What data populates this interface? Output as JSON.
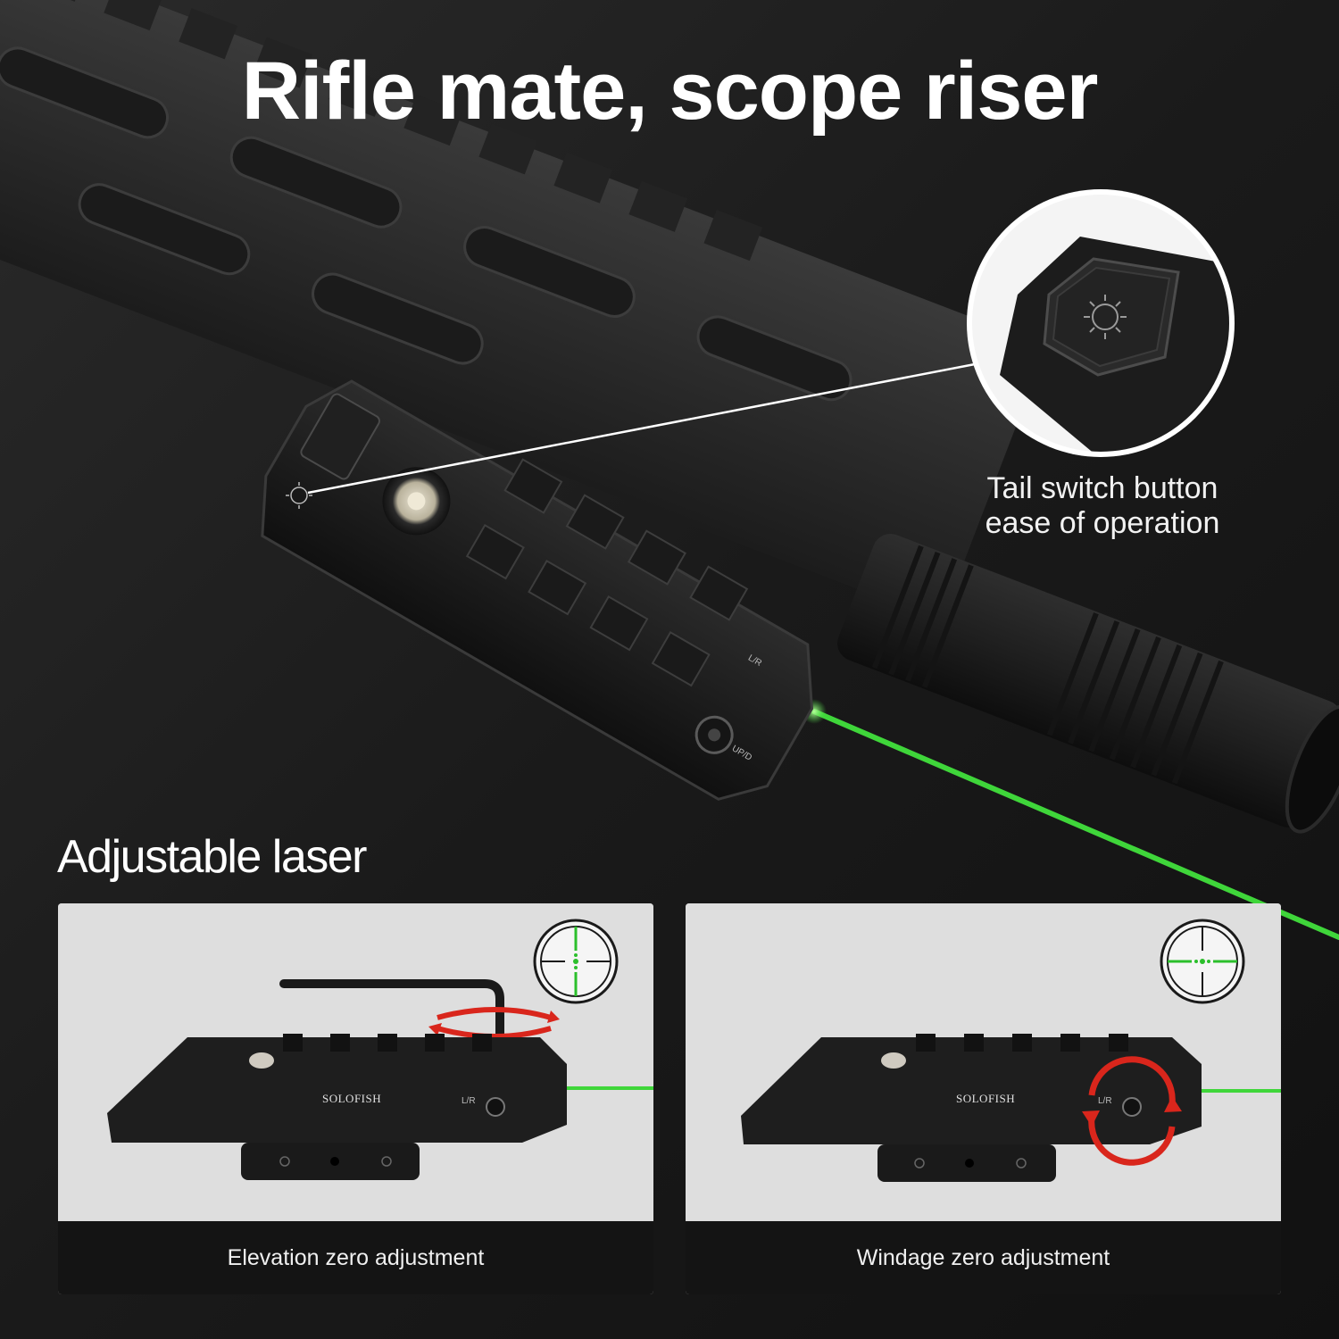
{
  "headline": "Rifle mate, scope riser",
  "callout": {
    "line1": "Tail switch button",
    "line2": "ease of operation"
  },
  "section_title": "Adjustable laser",
  "panels": [
    {
      "caption": "Elevation zero adjustment",
      "brand": "SOLOFISH",
      "dial_label": "L/R"
    },
    {
      "caption": "Windage zero adjustment",
      "brand": "SOLOFISH",
      "dial_label": "L/R"
    }
  ],
  "device_labels": {
    "up_down": "UP/D",
    "left_right": "L/R"
  },
  "colors": {
    "background": "#161616",
    "laser_green": "#3fd63a",
    "arrow_red": "#d9261c",
    "panel_bg": "#dcdcdc",
    "caption_bg": "#141414"
  }
}
